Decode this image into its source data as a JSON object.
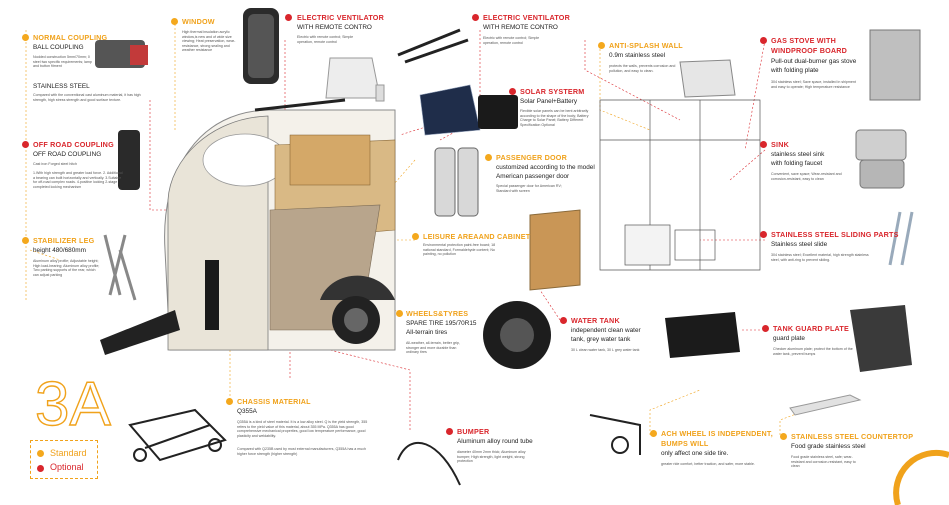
{
  "model": "3A",
  "legend": {
    "standard": "Standard",
    "optional": "Optional"
  },
  "colors": {
    "standard": "#f0a21b",
    "optional": "#d9262c"
  },
  "sections": {
    "normal_coupling": {
      "title": "NORMAL COUPLING",
      "subtitle": "BALL COUPLING",
      "desc": "Nodded construction 5mm/70mm; 0 steel two specific requirements; lamp and button fitment",
      "extra_title": "STAINLESS STEEL",
      "extra_desc": "Compared with the conventional cast aluminum material, it has high strength, high stress strength and good surface texture."
    },
    "off_road_coupling": {
      "title": "OFF ROAD COUPLING",
      "subtitle": "OFF ROAD COUPLING",
      "note": "Cast iron   Forged steel hitch",
      "desc": "1.With high strength and greater load force. 2. Additional a bearing can built horizontally and vertically. 3.Suitable for off-road complex roads. 4.positive locking 2-stage completed locking mechanism"
    },
    "stabilizer_leg": {
      "title": "STABILIZER LEG",
      "subtitle": "height 480/680mm",
      "desc": "Aluminum alloy profile; Adjustable height; High load-bearing; Aluminum alloy profile; Two parking supports of the rear, which can adjust parking"
    },
    "window": {
      "title": "WINDOW",
      "desc": "High thermal insulation acrylic window,is new and of wide size viewing; Heat preservation, wear-resistance, strong sealing and weather resistance"
    },
    "electric_ventilator_1": {
      "title": "ELECTRIC VENTILATOR",
      "subtitle": "WITH REMOTE CONTRO",
      "desc": "Electric with remote control; Simple operation, remote control"
    },
    "electric_ventilator_2": {
      "title": "ELECTRIC VENTILATOR",
      "subtitle": "WITH REMOTE CONTRO",
      "desc": "Electric with remote control; Simple operation, remote control"
    },
    "solar_system": {
      "title": "SOLAR SYSTERM",
      "subtitle": "Solar Panel+Battery",
      "desc": "Flexible solar panels can be bent arbitrarily according to the shape of the body; Battery Charge to Solar Panel; Battery Different Specification Optional"
    },
    "passenger_door": {
      "title": "PASSENGER DOOR",
      "subtitle": "customized according to the model",
      "subtitle2": "American passenger door",
      "desc": "Special passenger door for American RV; Standard with screen"
    },
    "leisure_cabinet": {
      "title": "LEISURE AREAAND CABINET",
      "desc": "Environmental protection paint-free board; 18 national standard, Formaldehyde content; No painting, no pollution"
    },
    "wheels_tyres": {
      "title": "WHEELS&TYRES",
      "subtitle": "SPARE TIRE 195/70R15",
      "subtitle2": "All-terrain tires",
      "desc": "All-weather, all-terrain, better grip, stronger and more durable than ordinary tires"
    },
    "chassis_material": {
      "title": "CHASSIS MATERIAL",
      "subtitle": "Q355A",
      "desc": "Q355A is a kind of steel material. It is a low alloy steel. Q is the yield strength, 355 refers to the yield value of this material, about 355 MPa. Q355A has good comprehensive mechanical properties, good low temperature performance, good plasticity and weldability.",
      "desc2": "Compared with Q235B used by most external manufacturers, Q355A has a much higher force strength (higher strength)"
    },
    "bumper": {
      "title": "BUMPER",
      "subtitle": "Aluminum alloy round tube",
      "desc": "diameter 40mm 2mm thick; Aluminum alloy bumper; High strength, light weight, strong protection"
    },
    "anti_splash_wall": {
      "title": "ANTI-SPLASH WALL",
      "subtitle": "0.9m stainless steel",
      "desc": "protects the walls, prevents corrosion and pollution, and easy to clean."
    },
    "gas_stove": {
      "title": "GAS STOVE WITH",
      "title2": "WINDPROOF BOARD",
      "subtitle": "Pull-out dual-burner gas stove",
      "subtitle2": "with folding plate",
      "desc": "304 stainless steel; Save space, installed in shipment and easy to operate; High temperature resistance"
    },
    "sink": {
      "title": "SINK",
      "subtitle": "stainless steel sink",
      "subtitle2": "with folding faucet",
      "desc": "Convenient, save space; Wear-resistant and corrosion-resistant, easy to clean"
    },
    "sliding_parts": {
      "title": "STAINLESS STEEL SLIDING PARTS",
      "subtitle": "Stainless steel slide",
      "desc": "304 stainless steel; Excellent material, high strength stainless steel, with anti-ring to prevent sliding."
    },
    "water_tank": {
      "title": "WATER TANK",
      "subtitle": "independent clean water",
      "subtitle2": "tank, grey water tank",
      "desc": "30 L clean water tank, 30 L grey water tank"
    },
    "tank_guard_plate": {
      "title": "TANK GUARD PLATE",
      "subtitle": "guard plate",
      "desc": "Checker aluminum plate; protect the bottom of the water tank, prevent bumps"
    },
    "ach_wheel": {
      "title": "ACH WHEEL IS INDEPENDENT,",
      "title2": "BUMPS WILL",
      "subtitle": "only affect one side tire.",
      "desc": "greater ride comfort, better traction, and safer, more stable."
    },
    "countertop": {
      "title": "STAINLESS STEEL COUNTERTOP",
      "subtitle": "Food grade stainless steel",
      "desc": "Food grade stainless steel, safe; wear-resistant and corrosion-resistant, easy to clean"
    }
  }
}
